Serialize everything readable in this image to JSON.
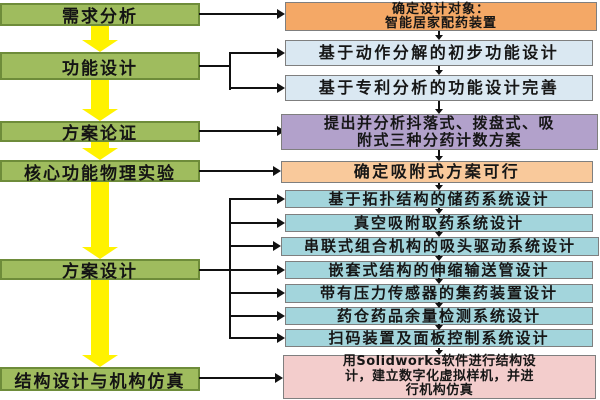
{
  "diagram": {
    "type": "flowchart",
    "background_color": "#ffffff",
    "colors": {
      "left_box_fill": "#9FBC5E",
      "left_box_border": "#6E8C3A",
      "down_block_arrow": "#FFF200",
      "connector": "#111111",
      "orange": "#F4A866",
      "light_blue": "#DAE8F2",
      "purple": "#B2A1CB",
      "light_orange": "#F9C99B",
      "cyan": "#A3D5DC",
      "pink": "#F3CDCC"
    },
    "left_column": {
      "boxes": [
        {
          "label": "需求分析"
        },
        {
          "label": "功能设计"
        },
        {
          "label": "方案论证"
        },
        {
          "label": "核心功能物理实验"
        },
        {
          "label": "方案设计"
        },
        {
          "label": "结构设计与机构仿真"
        }
      ]
    },
    "right_column": {
      "boxes": [
        {
          "color": "orange",
          "text": "确定设计对象：智能居家配药装置",
          "lines": [
            "确定设计对象：",
            "智能居家配药装置"
          ]
        },
        {
          "color": "light_blue",
          "text": "基于动作分解的初步功能设计"
        },
        {
          "color": "light_blue",
          "text": "基于专利分析的功能设计完善"
        },
        {
          "color": "purple",
          "text": "提出并分析抖落式、拨盘式、吸附式三种分药计数方案",
          "lines": [
            "提出并分析抖落式、拨盘式、吸",
            "附式三种分药计数方案"
          ]
        },
        {
          "color": "light_orange",
          "text": "确定吸附式方案可行"
        },
        {
          "color": "cyan",
          "text": "基于拓扑结构的储药系统设计"
        },
        {
          "color": "cyan",
          "text": "真空吸附取药系统设计"
        },
        {
          "color": "cyan",
          "text": "串联式组合机构的吸头驱动系统设计"
        },
        {
          "color": "cyan",
          "text": "嵌套式结构的伸缩输送管设计"
        },
        {
          "color": "cyan",
          "text": "带有压力传感器的集药装置设计"
        },
        {
          "color": "cyan",
          "text": "药仓药品余量检测系统设计"
        },
        {
          "color": "cyan",
          "text": "扫码装置及面板控制系统设计"
        },
        {
          "color": "pink",
          "text": "用Solidworks软件进行结构设计，建立数字化虚拟样机，并进行机构仿真",
          "lines": [
            "用Solidworks软件进行结构设",
            "计，建立数字化虚拟样机，并进",
            "行机构仿真"
          ]
        }
      ]
    },
    "connections": [
      {
        "from": "需求分析",
        "to": [
          "确定设计对象：智能居家配药装置"
        ]
      },
      {
        "from": "功能设计",
        "to": [
          "基于动作分解的初步功能设计",
          "基于专利分析的功能设计完善"
        ]
      },
      {
        "from": "方案论证",
        "to": [
          "提出并分析抖落式、拨盘式、吸附式三种分药计数方案"
        ]
      },
      {
        "from": "核心功能物理实验",
        "to": [
          "确定吸附式方案可行"
        ]
      },
      {
        "from": "方案设计",
        "to": [
          "基于拓扑结构的储药系统设计",
          "真空吸附取药系统设计",
          "串联式组合机构的吸头驱动系统设计",
          "嵌套式结构的伸缩输送管设计",
          "带有压力传感器的集药装置设计",
          "药仓药品余量检测系统设计",
          "扫码装置及面板控制系统设计"
        ]
      },
      {
        "from": "结构设计与机构仿真",
        "to": [
          "用Solidworks软件进行结构设计，建立数字化虚拟样机，并进行机构仿真"
        ]
      }
    ]
  }
}
